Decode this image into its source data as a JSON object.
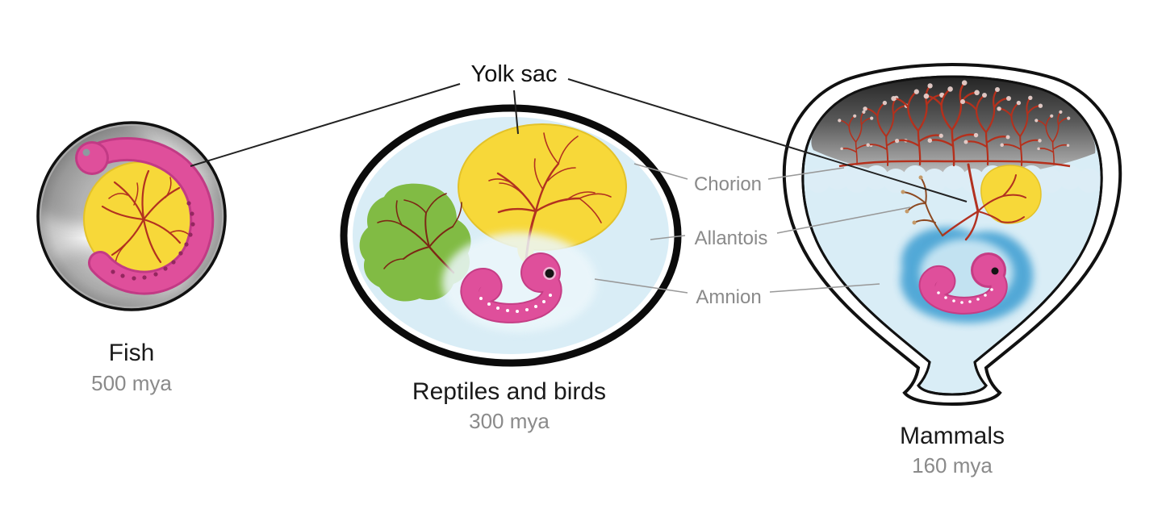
{
  "labels": {
    "yolk_sac": "Yolk sac",
    "chorion": "Chorion",
    "allantois": "Allantois",
    "amnion": "Amnion"
  },
  "stages": [
    {
      "name": "Fish",
      "mya": "500 mya"
    },
    {
      "name": "Reptiles and birds",
      "mya": "300 mya"
    },
    {
      "name": "Mammals",
      "mya": "160 mya"
    }
  ],
  "colors": {
    "yolk": "#f7d839",
    "embryo_pink": "#df4f9b",
    "vessel_red": "#b23120",
    "allantois_green": "#7cb83a",
    "amnion_blue": "#47a3d4",
    "cavity_blue": "#d9edf6",
    "label_gray": "#8a8a8a"
  }
}
